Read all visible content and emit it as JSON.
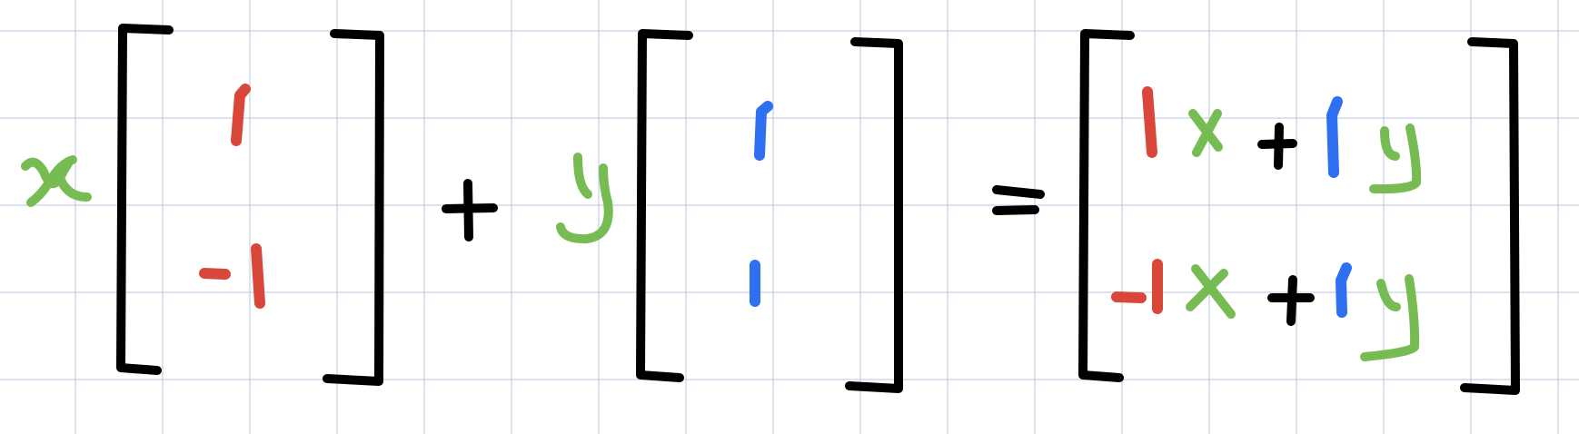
{
  "colors": {
    "background": "#ffffff",
    "grid": "#b8c7df",
    "black_ink": "#000000",
    "red_ink": "#d8473a",
    "blue_ink": "#2f6ff2",
    "green_ink": "#77bb53"
  },
  "equation": {
    "lhs": {
      "term1": {
        "scalar": "x",
        "vector": [
          "1",
          "-1"
        ]
      },
      "operator": "+",
      "term2": {
        "scalar": "y",
        "vector": [
          "1",
          "1"
        ]
      }
    },
    "relation": "=",
    "rhs": {
      "rows": [
        [
          "1",
          "x",
          "+",
          "1",
          "y"
        ],
        [
          "-1",
          "x",
          "+",
          "1",
          "y"
        ]
      ]
    }
  }
}
